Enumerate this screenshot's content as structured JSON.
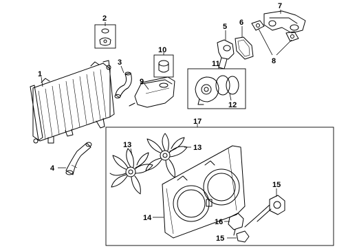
{
  "callouts": {
    "c1": "1",
    "c2": "2",
    "c3": "3",
    "c4": "4",
    "c5": "5",
    "c6": "6",
    "c7": "7",
    "c8": "8",
    "c9": "9",
    "c10": "10",
    "c11": "11",
    "c12": "12",
    "c13a": "13",
    "c13b": "13",
    "c14": "14",
    "c15a": "15",
    "c15b": "15",
    "c16": "16",
    "c17": "17"
  }
}
